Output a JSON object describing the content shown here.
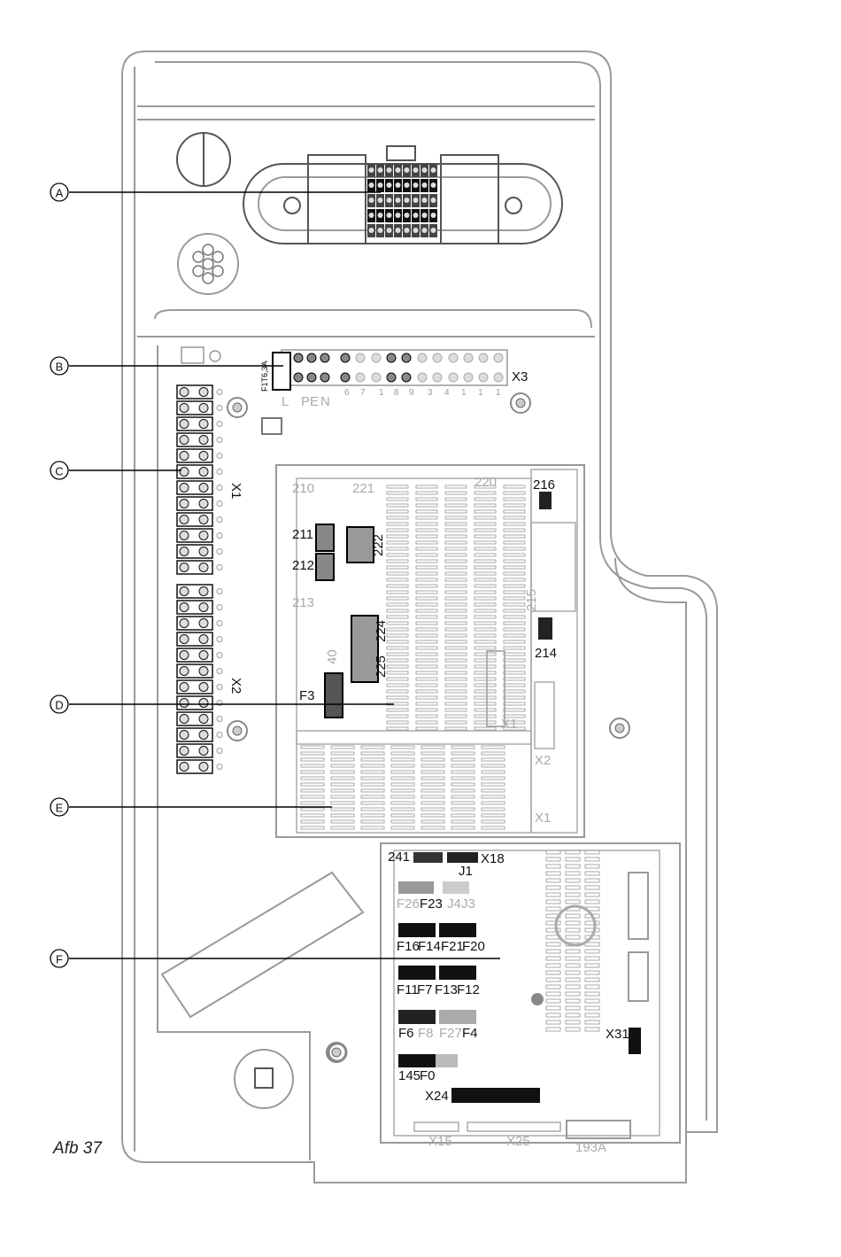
{
  "figure": {
    "caption": "Afb 37",
    "callouts": [
      "A",
      "B",
      "C",
      "D",
      "E",
      "F"
    ]
  },
  "terminals": {
    "x1": "X1",
    "x2": "X2",
    "x3": "X3",
    "x3_numbers": [
      "6",
      "7",
      "1",
      "8",
      "9",
      "3",
      "4",
      "1",
      "1",
      "1"
    ],
    "mains": [
      "L",
      "PE",
      "N"
    ],
    "fuse": "F1T6,3A"
  },
  "control_board": {
    "labels": [
      "210",
      "211",
      "212",
      "213",
      "221",
      "222",
      "220",
      "216",
      "215",
      "224",
      "225",
      "214",
      "40",
      "X1",
      "X2",
      "X1"
    ],
    "fuse": "F3"
  },
  "lower_board": {
    "labels": [
      "241",
      "X18",
      "J1",
      "F26",
      "F23",
      "J4",
      "J3",
      "F16",
      "F14",
      "F21",
      "F20",
      "F11",
      "F7",
      "F13",
      "F12",
      "F6",
      "F8",
      "F27",
      "F4",
      "145",
      "F0",
      "X31",
      "X24",
      "X15",
      "X25",
      "193A"
    ]
  }
}
